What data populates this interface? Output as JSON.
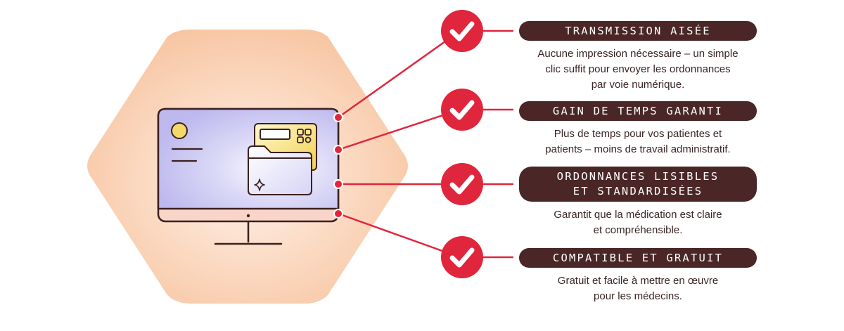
{
  "colors": {
    "accent_red": "#e0263c",
    "pill_bg": "#4a2626",
    "hexagon_fill": "#f8c9a6",
    "screen_fill": "#c9c6f2",
    "folder_fill": "#ffffff",
    "card_yellow": "#f3d969",
    "outline": "#3b2020"
  },
  "illustration": {
    "icon_names": [
      "computer-monitor-icon",
      "folder-icon",
      "qr-card-icon",
      "sparkle-icon",
      "avatar-circle-icon"
    ]
  },
  "features": [
    {
      "title_lines": [
        "TRANSMISSION AISÉE"
      ],
      "desc_lines": [
        "Aucune impression nécessaire – un simple",
        "clic suffit pour envoyer les ordonnances",
        "par voie numérique."
      ],
      "icon": "check-icon"
    },
    {
      "title_lines": [
        "GAIN DE TEMPS GARANTI"
      ],
      "desc_lines": [
        "Plus de temps pour vos patientes et",
        "patients – moins de travail administratif."
      ],
      "icon": "check-icon"
    },
    {
      "title_lines": [
        "ORDONNANCES LISIBLES",
        "ET STANDARDISÉES"
      ],
      "desc_lines": [
        "Garantit que la médication est claire",
        "et compréhensible."
      ],
      "icon": "check-icon"
    },
    {
      "title_lines": [
        "COMPATIBLE ET GRATUIT"
      ],
      "desc_lines": [
        "Gratuit et facile à mettre en œuvre",
        "pour les médecins."
      ],
      "icon": "check-icon"
    }
  ]
}
